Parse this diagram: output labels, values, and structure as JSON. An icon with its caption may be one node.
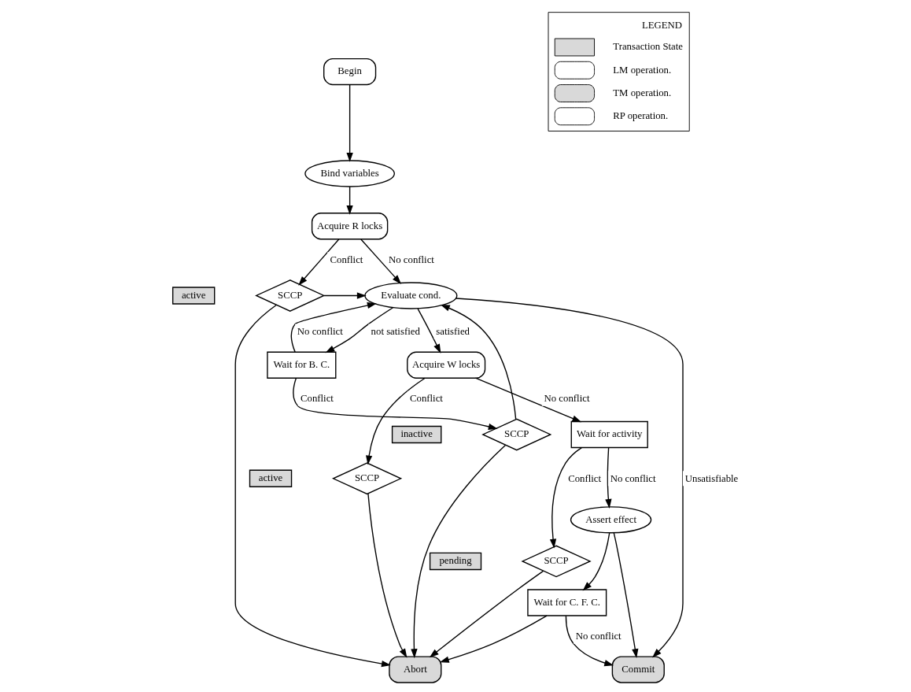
{
  "diagram": {
    "nodes": [
      {
        "text": [
          "Begin"
        ]
      },
      {
        "text": [
          "Bind variables"
        ]
      },
      {
        "text": [
          "Acquire R locks"
        ]
      },
      {
        "text": [
          "SCCP"
        ]
      },
      {
        "text": [
          "Evaluate cond."
        ]
      },
      {
        "text": [
          "active"
        ]
      },
      {
        "text": [
          "Wait for B. C."
        ]
      },
      {
        "text": [
          "Acquire W locks"
        ]
      },
      {
        "text": [
          "Wait for activity"
        ]
      },
      {
        "text": [
          "SCCP"
        ]
      },
      {
        "text": [
          "SCCP"
        ]
      },
      {
        "text": [
          "inactive"
        ]
      },
      {
        "text": [
          "active"
        ]
      },
      {
        "text": [
          "SCCP"
        ]
      },
      {
        "text": [
          "Assert effect"
        ]
      },
      {
        "text": [
          "Abort"
        ]
      },
      {
        "text": [
          "pending"
        ]
      },
      {
        "text": [
          "Wait for C. F. C."
        ]
      },
      {
        "text": [
          "Commit"
        ]
      }
    ],
    "edges": [
      {
        "from": 0,
        "to": 1,
        "arrow": "to"
      },
      {
        "from": 1,
        "to": 2,
        "arrow": "to"
      },
      {
        "from": 2,
        "to": 3,
        "arrow": "to",
        "label": "Conflict"
      },
      {
        "from": 2,
        "to": 4,
        "arrow": "to",
        "label": "No conflict"
      },
      {
        "from": 3,
        "to": 4,
        "arrow": "to"
      },
      {
        "from": 3,
        "to": 15,
        "arrow": "to"
      },
      {
        "from": 4,
        "to": 18,
        "arrow": "to",
        "label": "Unsatisfiable"
      },
      {
        "from": 4,
        "to": 6,
        "arrow": "to",
        "label": "not satisfied"
      },
      {
        "from": 4,
        "to": 7,
        "arrow": "to",
        "label": "satisfied"
      },
      {
        "from": 6,
        "to": 4,
        "arrow": "to",
        "label": "No conflict"
      },
      {
        "from": 6,
        "to": 9,
        "arrow": "to",
        "label": "Conflict"
      },
      {
        "from": 9,
        "to": 4,
        "arrow": "to"
      },
      {
        "from": 9,
        "to": 15,
        "arrow": "to"
      },
      {
        "from": 7,
        "to": 10,
        "arrow": "to",
        "label": "Conflict"
      },
      {
        "from": 7,
        "to": 8,
        "arrow": "to",
        "label": "No conflict"
      },
      {
        "from": 10,
        "to": 15,
        "arrow": "to"
      },
      {
        "from": 8,
        "to": 13,
        "arrow": "to",
        "label": "Conflict"
      },
      {
        "from": 8,
        "to": 14,
        "arrow": "to",
        "label": "No conflict"
      },
      {
        "from": 13,
        "to": 15,
        "arrow": "to"
      },
      {
        "from": 14,
        "to": 17,
        "arrow": "to"
      },
      {
        "from": 14,
        "to": 18,
        "arrow": "to"
      },
      {
        "from": 17,
        "to": 15,
        "arrow": "to"
      },
      {
        "from": 17,
        "to": 18,
        "arrow": "to",
        "label": "No conflict"
      }
    ],
    "labels": [
      "LEGEND"
    ],
    "legend": [
      {
        "text": "Transaction State"
      },
      {
        "text": "LM operation."
      },
      {
        "text": "TM operation."
      },
      {
        "text": "RP operation."
      }
    ]
  }
}
